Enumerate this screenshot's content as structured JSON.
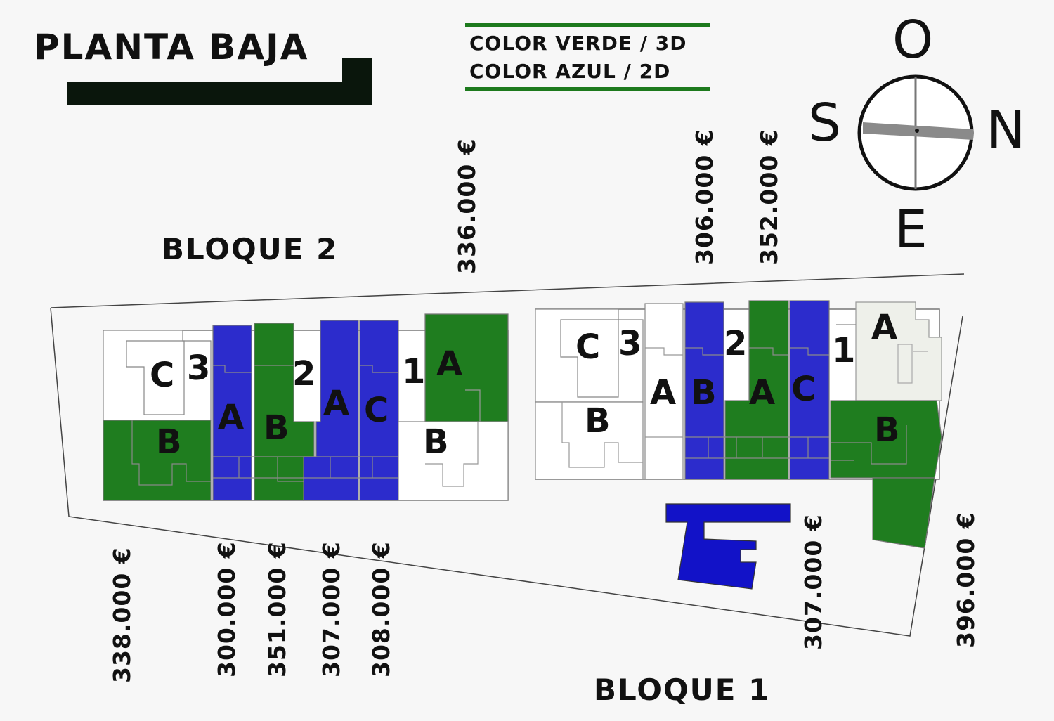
{
  "title": "PLANTA BAJA",
  "legend": {
    "green": "COLOR VERDE / 3D",
    "blue": "COLOR AZUL / 2D"
  },
  "colors": {
    "green": "#1f7d1f",
    "blue": "#2c2ccc",
    "grey": "#eef0ea",
    "white": "#ffffff"
  },
  "compass": {
    "north": "N",
    "south": "S",
    "east": "E",
    "west": "O"
  },
  "blocks": {
    "block1": "BLOQUE 1",
    "block2": "BLOQUE 2"
  },
  "units": {
    "b2_c": "C",
    "b2_3": "3",
    "b2_a3": "A",
    "b2_b3": "B",
    "b2_b2": "B",
    "b2_2": "2",
    "b2_a2": "A",
    "b2_c1": "C",
    "b2_1": "1",
    "b2_a1": "A",
    "b2_b1": "B",
    "b1_c": "C",
    "b1_3": "3",
    "b1_b3": "B",
    "b1_a3": "A",
    "b1_b2": "B",
    "b1_2": "2",
    "b1_a2": "A",
    "b1_c1": "C",
    "b1_1": "1",
    "b1_a1": "A",
    "b1_b1": "B"
  },
  "prices": {
    "p336": "336.000 €",
    "p306": "306.000 €",
    "p352": "352.000 €",
    "p338": "338.000 €",
    "p300": "300.000 €",
    "p351": "351.000 €",
    "p307a": "307.000 €",
    "p308": "308.000 €",
    "p307b": "307.000 €",
    "p396": "396.000 €"
  }
}
